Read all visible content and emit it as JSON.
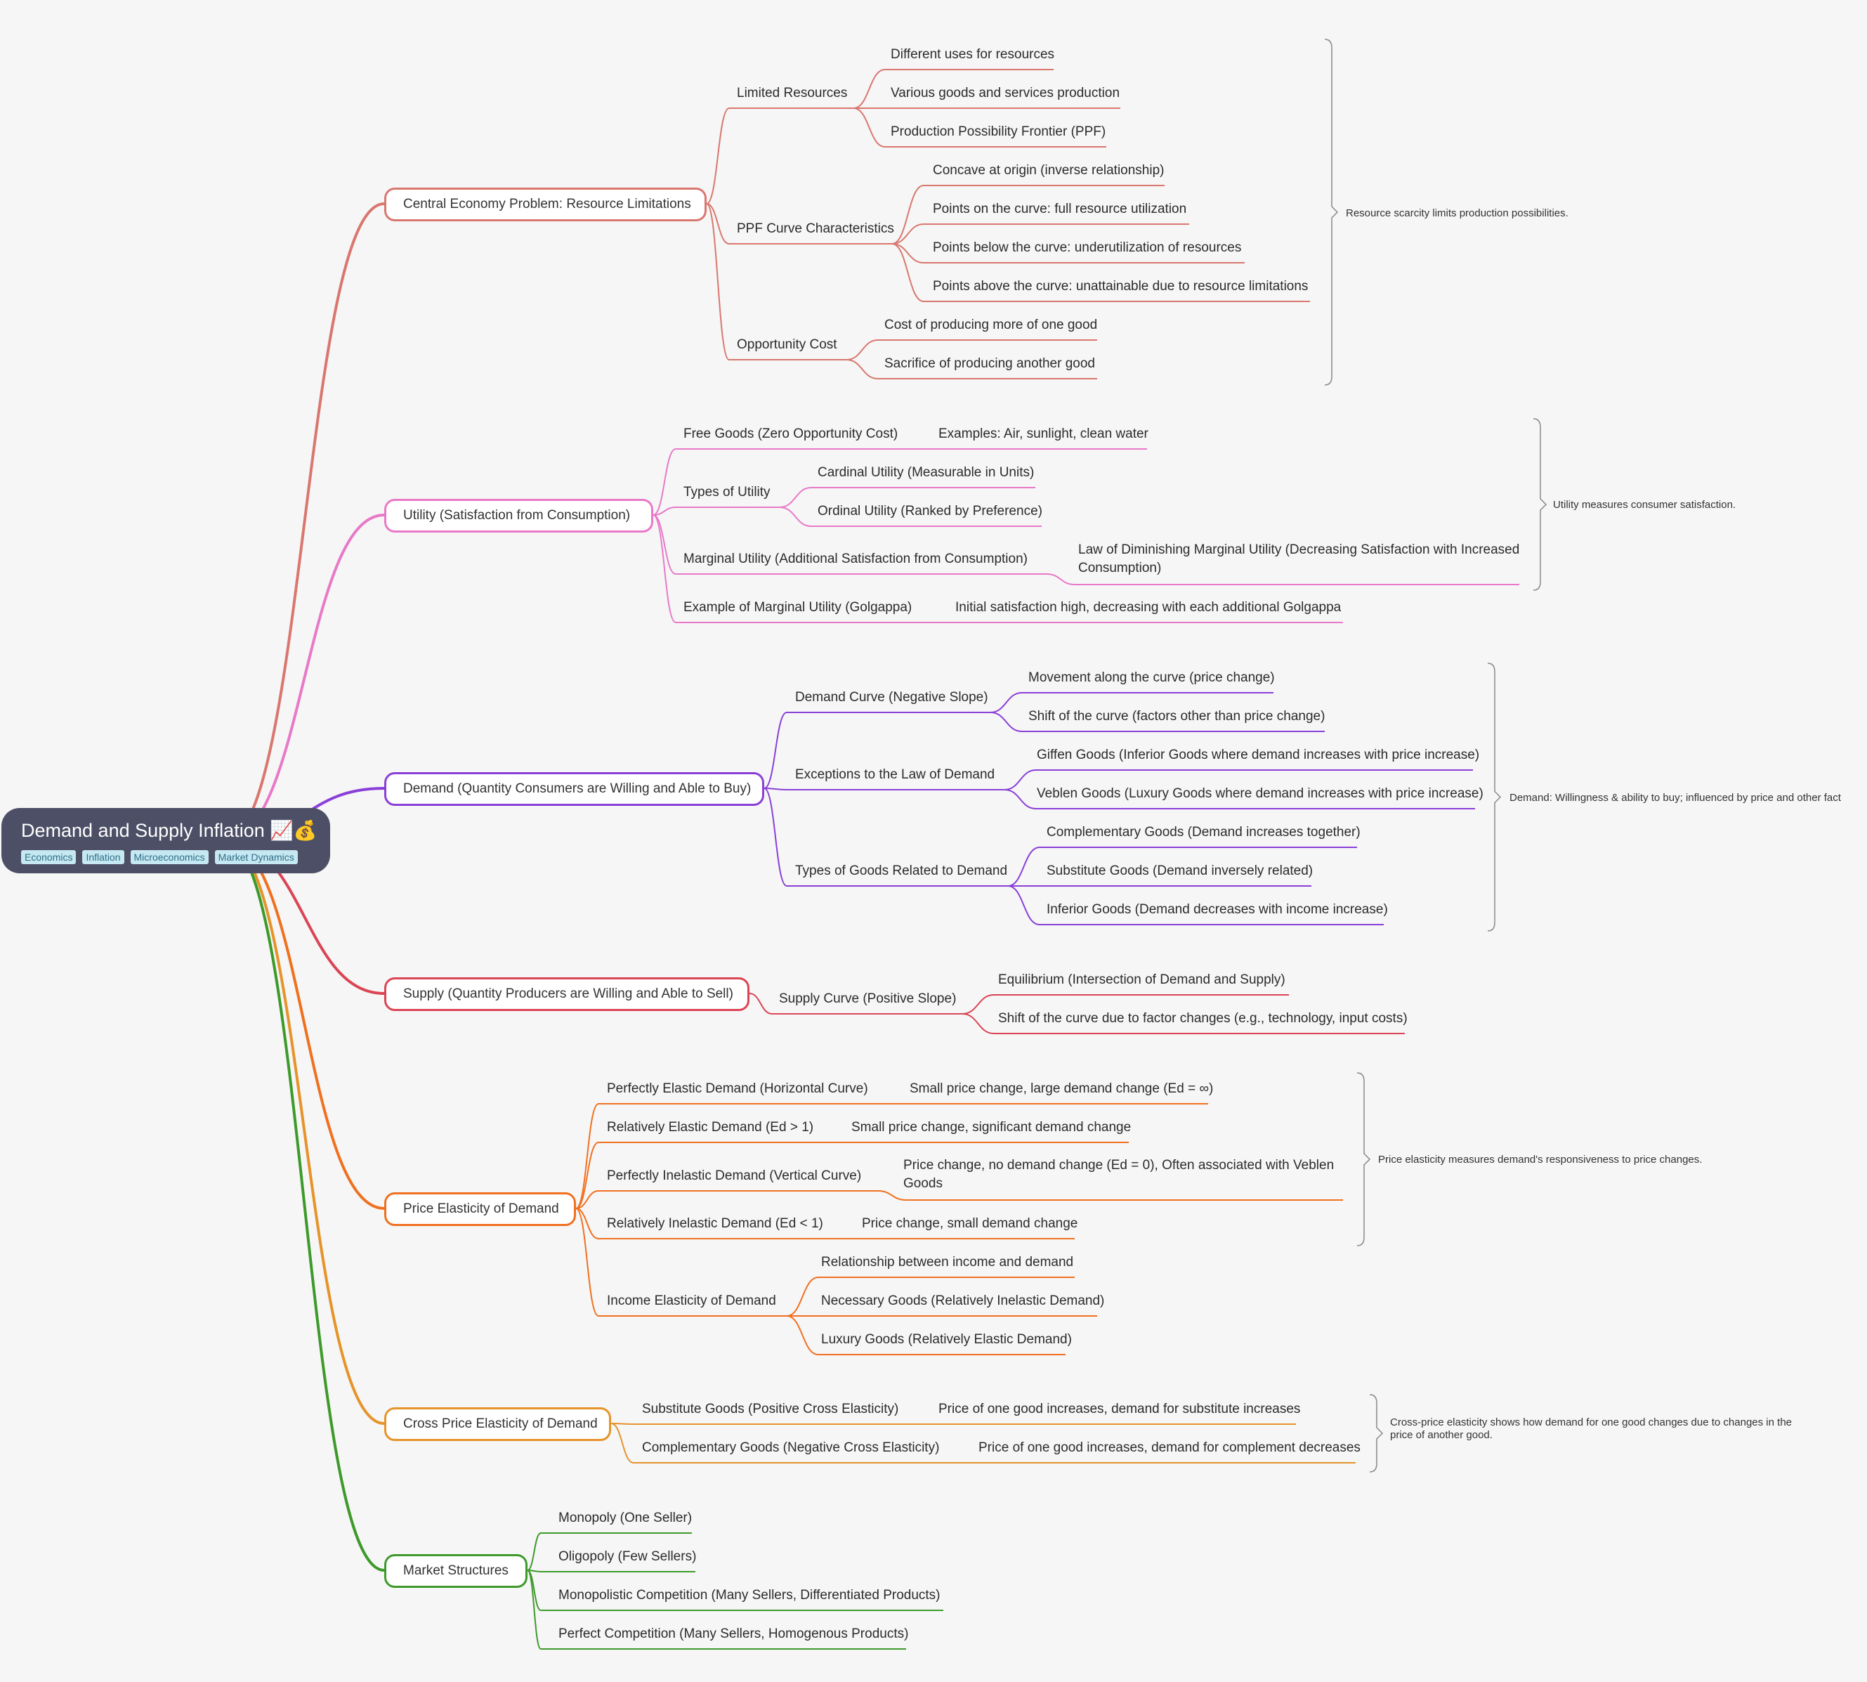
{
  "root": {
    "title": "Demand and Supply Inflation 📈💰",
    "tags": [
      "Economics",
      "Inflation",
      "Microeconomics",
      "Market Dynamics"
    ]
  },
  "branches": [
    {
      "label": "Central Economy Problem: Resource Limitations",
      "color": "#d9776f",
      "summary": "Resource scarcity limits production possibilities.",
      "children": [
        {
          "label": "Limited Resources",
          "children": [
            {
              "label": "Different uses for resources"
            },
            {
              "label": "Various goods and services production"
            },
            {
              "label": "Production Possibility Frontier (PPF)"
            }
          ]
        },
        {
          "label": "PPF Curve Characteristics",
          "children": [
            {
              "label": "Concave at origin (inverse relationship)"
            },
            {
              "label": "Points on the curve: full resource utilization"
            },
            {
              "label": "Points below the curve: underutilization of resources"
            },
            {
              "label": "Points above the curve: unattainable due to resource limitations"
            }
          ]
        },
        {
          "label": "Opportunity Cost",
          "children": [
            {
              "label": "Cost of producing more of one good"
            },
            {
              "label": "Sacrifice of producing another good"
            }
          ]
        }
      ]
    },
    {
      "label": "Utility (Satisfaction from Consumption)",
      "color": "#e879c8",
      "summary": "Utility measures consumer satisfaction.",
      "children": [
        {
          "label": "Free Goods (Zero Opportunity Cost)",
          "children": [
            {
              "label": "Examples: Air, sunlight, clean water"
            }
          ]
        },
        {
          "label": "Types of Utility",
          "children": [
            {
              "label": "Cardinal Utility (Measurable in Units)"
            },
            {
              "label": "Ordinal Utility (Ranked by Preference)"
            }
          ]
        },
        {
          "label": "Marginal Utility (Additional Satisfaction from Consumption)",
          "children": [
            {
              "label": "Law of Diminishing Marginal Utility (Decreasing Satisfaction with Increased Consumption)"
            }
          ]
        },
        {
          "label": "Example of Marginal Utility (Golgappa)",
          "children": [
            {
              "label": "Initial satisfaction high, decreasing with each additional Golgappa"
            }
          ]
        }
      ]
    },
    {
      "label": "Demand (Quantity Consumers are Willing and Able to Buy)",
      "color": "#8a3fd8",
      "summary": "Demand: Willingness & ability to buy; influenced by price and other fact",
      "children": [
        {
          "label": "Demand Curve (Negative Slope)",
          "children": [
            {
              "label": "Movement along the curve (price change)"
            },
            {
              "label": "Shift of the curve (factors other than price change)"
            }
          ]
        },
        {
          "label": "Exceptions to the Law of Demand",
          "children": [
            {
              "label": "Giffen Goods (Inferior Goods where demand increases with price increase)"
            },
            {
              "label": "Veblen Goods (Luxury Goods where demand increases with price increase)"
            }
          ]
        },
        {
          "label": "Types of Goods Related to Demand",
          "children": [
            {
              "label": "Complementary Goods (Demand increases together)"
            },
            {
              "label": "Substitute Goods (Demand inversely related)"
            },
            {
              "label": "Inferior Goods (Demand decreases with income increase)"
            }
          ]
        }
      ]
    },
    {
      "label": "Supply (Quantity Producers are Willing and Able to Sell)",
      "color": "#db4454",
      "children": [
        {
          "label": "Supply Curve (Positive Slope)",
          "children": [
            {
              "label": "Equilibrium (Intersection of Demand and Supply)"
            },
            {
              "label": "Shift of the curve due to factor changes (e.g., technology, input costs)"
            }
          ]
        }
      ]
    },
    {
      "label": "Price Elasticity of Demand",
      "color": "#f07020",
      "summary": "Price elasticity measures demand's responsiveness to price changes.",
      "children": [
        {
          "label": "Perfectly Elastic Demand (Horizontal Curve)",
          "children": [
            {
              "label": "Small price change, large demand change (Ed = ∞)"
            }
          ]
        },
        {
          "label": "Relatively Elastic Demand (Ed > 1)",
          "children": [
            {
              "label": "Small price change, significant demand change"
            }
          ]
        },
        {
          "label": "Perfectly Inelastic Demand (Vertical Curve)",
          "children": [
            {
              "label": "Price change, no demand change (Ed = 0), Often associated with Veblen Goods"
            }
          ]
        },
        {
          "label": "Relatively Inelastic Demand (Ed < 1)",
          "children": [
            {
              "label": "Price change, small demand change"
            }
          ]
        },
        {
          "label": "Income Elasticity of Demand",
          "children": [
            {
              "label": "Relationship between income and demand"
            },
            {
              "label": "Necessary Goods (Relatively Inelastic Demand)"
            },
            {
              "label": "Luxury Goods (Relatively Elastic Demand)"
            }
          ]
        }
      ]
    },
    {
      "label": "Cross Price Elasticity of Demand",
      "color": "#e6932a",
      "summary": "Cross-price elasticity shows how demand for one good changes due to changes in the price of another good.",
      "children": [
        {
          "label": "Substitute Goods (Positive Cross Elasticity)",
          "children": [
            {
              "label": "Price of one good increases, demand for substitute increases"
            }
          ]
        },
        {
          "label": "Complementary Goods (Negative Cross Elasticity)",
          "children": [
            {
              "label": "Price of one good increases, demand for complement decreases"
            }
          ]
        }
      ]
    },
    {
      "label": "Market Structures",
      "color": "#3d9a2a",
      "children": [
        {
          "label": "Monopoly (One Seller)"
        },
        {
          "label": "Oligopoly (Few Sellers)"
        },
        {
          "label": "Monopolistic Competition (Many Sellers, Differentiated Products)"
        },
        {
          "label": "Perfect Competition (Many Sellers, Homogenous Products)"
        }
      ]
    }
  ]
}
